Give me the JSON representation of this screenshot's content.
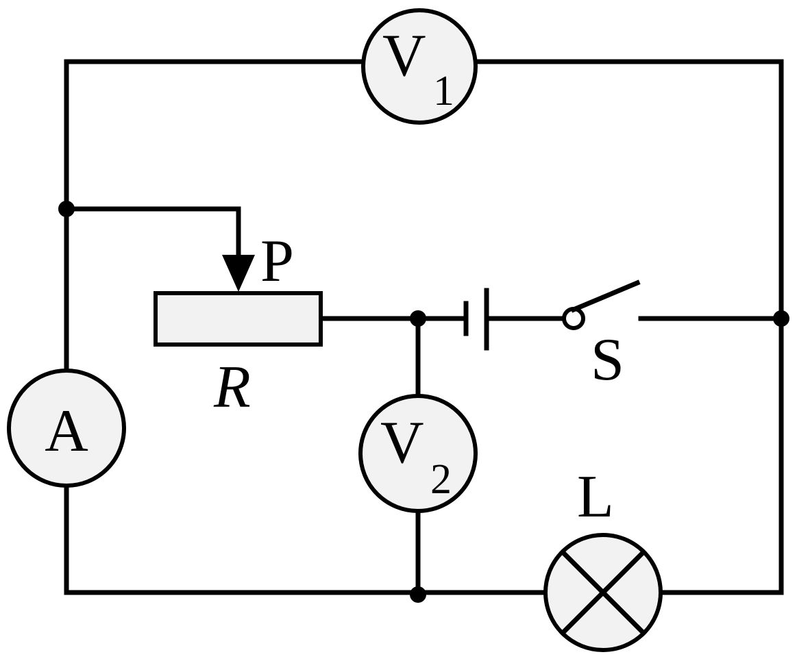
{
  "labels": {
    "v1_letter": "V",
    "v1_subscript": "1",
    "v2_letter": "V",
    "v2_subscript": "2",
    "ammeter": "A",
    "slider": "P",
    "rheostat": "R",
    "switch": "S",
    "lamp": "L"
  },
  "colors": {
    "wire": "#000000",
    "component_fill": "#f2f2f2"
  }
}
